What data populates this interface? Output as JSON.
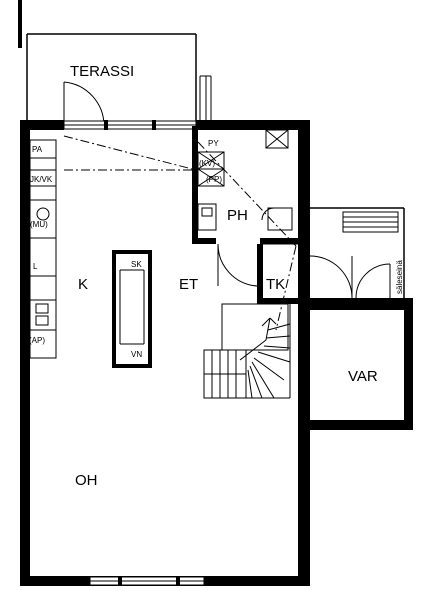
{
  "rooms": {
    "terassi": "TERASSI",
    "k": "K",
    "et": "ET",
    "ph": "PH",
    "tk": "TK",
    "var": "VAR",
    "oh": "OH"
  },
  "fixtures": {
    "pa": "PA",
    "jkvk": "JK/VK",
    "mu": "(MU)",
    "l": "L",
    "ap": "(AP)",
    "py": "PY",
    "kv": "(KV)",
    "pp": "(PP)",
    "sk": "SK",
    "vn": "VN",
    "saleseina": "säleseinä"
  }
}
